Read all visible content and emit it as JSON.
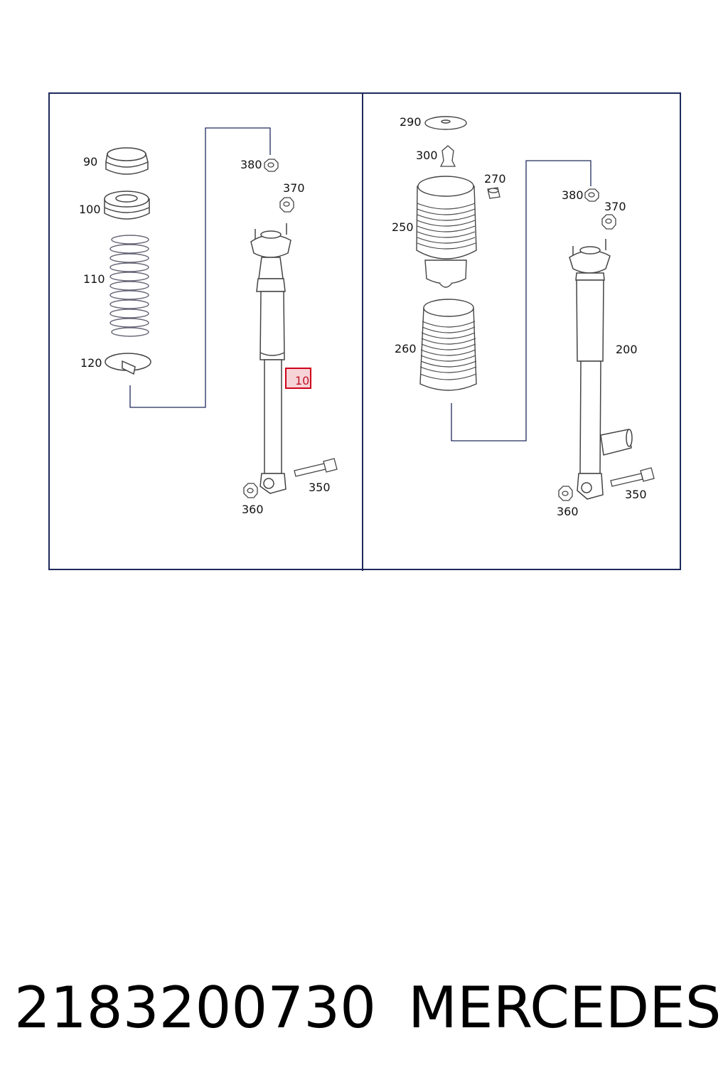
{
  "diagram": {
    "left_panel": {
      "labels": {
        "p90": "90",
        "p100": "100",
        "p110": "110",
        "p120": "120",
        "p380": "380",
        "p370": "370",
        "p10": "10",
        "p350": "350",
        "p360": "360"
      },
      "highlighted_part": "10"
    },
    "right_panel": {
      "labels": {
        "p290": "290",
        "p300": "300",
        "p270": "270",
        "p250": "250",
        "p260": "260",
        "p380": "380",
        "p370": "370",
        "p200": "200",
        "p350": "350",
        "p360": "360"
      }
    }
  },
  "caption": {
    "part_number": "2183200730",
    "brand": "MERCEDES"
  },
  "colors": {
    "frame": "#1f2a5c",
    "outline": "#4a4a4a",
    "highlight_border": "#d0021b",
    "highlight_fill": "#f6d3d7"
  }
}
